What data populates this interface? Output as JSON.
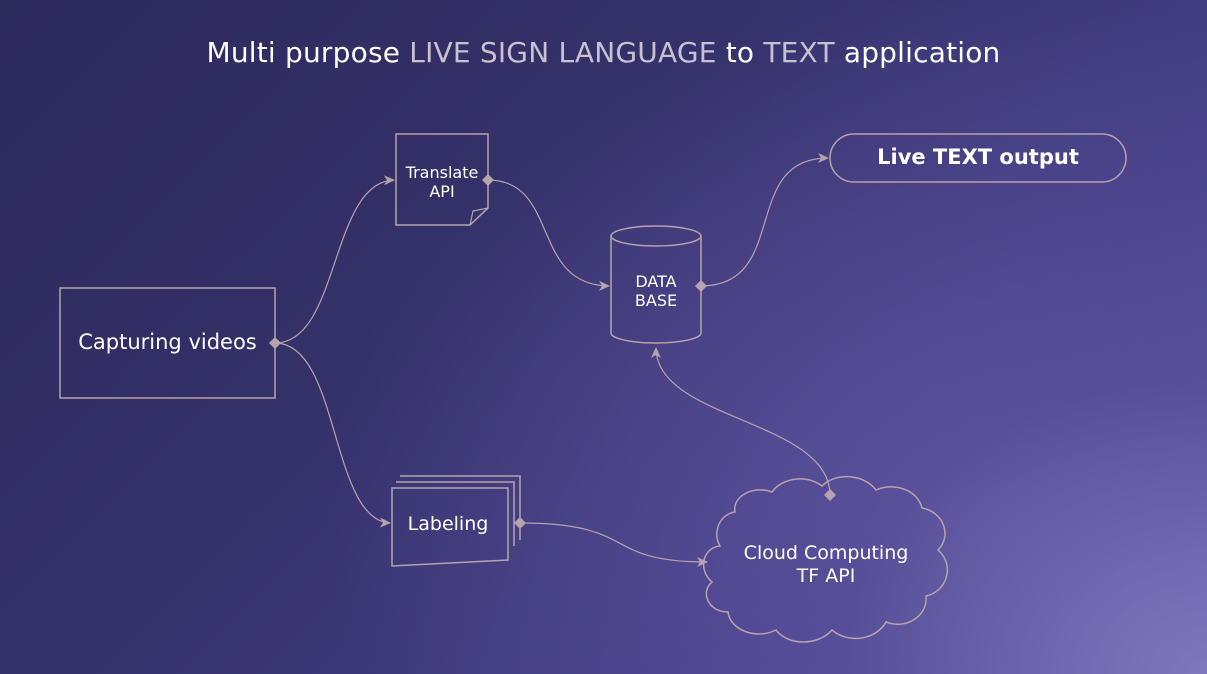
{
  "title": {
    "part1": "Multi purpose ",
    "highlight1": "LIVE SIGN LANGUAGE",
    "part2": " to ",
    "highlight2": "TEXT",
    "part3": " application"
  },
  "nodes": {
    "capturing_videos": "Capturing videos",
    "translate_api": {
      "line1": "Translate",
      "line2": "API"
    },
    "database": {
      "line1": "DATA",
      "line2": "BASE"
    },
    "live_text_output": "Live TEXT output",
    "labeling": "Labeling",
    "cloud": {
      "line1": "Cloud Computing",
      "line2": "TF API"
    }
  },
  "colors": {
    "stroke": "#b6a3ad",
    "highlight_text": "#c9c0d2"
  }
}
